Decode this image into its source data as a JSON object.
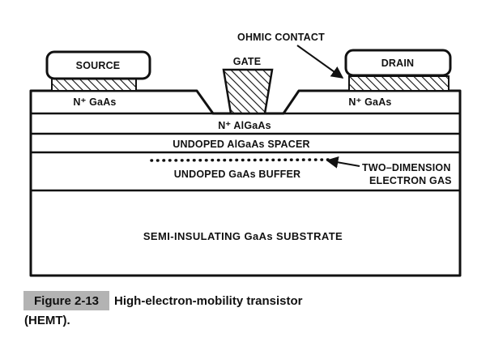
{
  "figure": {
    "labels": {
      "ohmic_contact": "OHMIC CONTACT",
      "gate": "GATE",
      "source": "SOURCE",
      "drain": "DRAIN",
      "n_gaas_left": "N⁺ GaAs",
      "n_gaas_right": "N⁺ GaAs",
      "n_algaas": "N⁺ AlGaAs",
      "undoped_algaas_spacer": "UNDOPED AlGaAs SPACER",
      "undoped_gaas_buffer": "UNDOPED GaAs BUFFER",
      "two_dimension_line1": "TWO–DIMENSION",
      "two_dimension_line2": "ELECTRON GAS",
      "substrate": "SEMI-INSULATING GaAs SUBSTRATE"
    },
    "caption": {
      "figure_number": "Figure 2-13",
      "title": "High-electron-mobility transistor",
      "title_continued": "(HEMT)."
    },
    "colors": {
      "ink": "#111111",
      "caption_highlight": "#b3b3b3",
      "background": "#ffffff"
    }
  }
}
